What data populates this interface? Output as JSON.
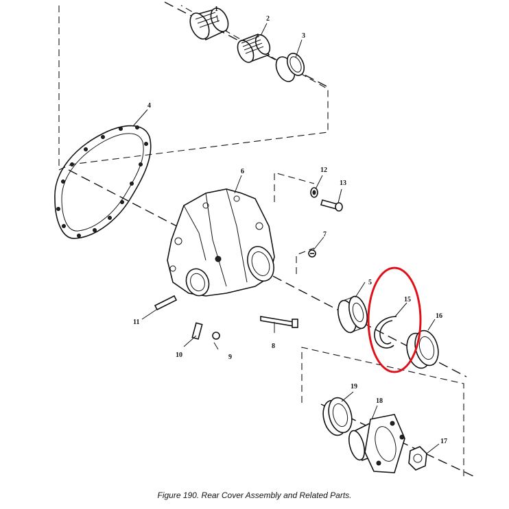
{
  "caption": "Figure 190.  Rear Cover Assembly and Related Parts.",
  "callouts": {
    "c1": "1",
    "c2": "2",
    "c3": "3",
    "c4": "4",
    "c5": "5",
    "c6": "6",
    "c7": "7",
    "c8": "8",
    "c9": "9",
    "c10": "10",
    "c11": "11",
    "c12": "12",
    "c13": "13",
    "c15": "15",
    "c16": "16",
    "c17": "17",
    "c18": "18",
    "c19": "19"
  },
  "highlight_color": "#e0101a"
}
